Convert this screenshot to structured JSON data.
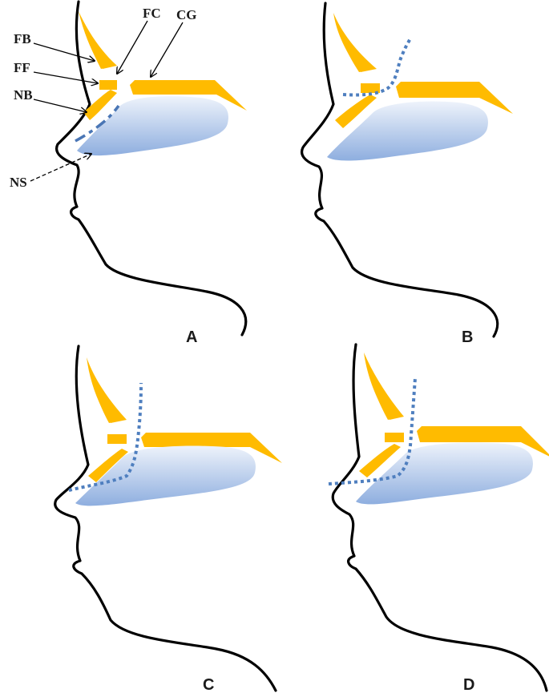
{
  "panels": [
    {
      "id": "A",
      "label": "A",
      "cut": "septum"
    },
    {
      "id": "B",
      "label": "B",
      "cut": "transverse"
    },
    {
      "id": "C",
      "label": "C",
      "cut": "vertical-to-nasion"
    },
    {
      "id": "D",
      "label": "D",
      "cut": "vertical-to-profile"
    }
  ],
  "annotations": {
    "fb": "FB",
    "ff": "FF",
    "nb": "NB",
    "ns": "NS",
    "fc": "FC",
    "cg": "CG"
  },
  "colors": {
    "bone": "#ffbb00",
    "sinus_light": "#e8eef8",
    "sinus_dark": "#8eaedf",
    "cut_line": "#4f7fbf",
    "profile": "#000000"
  }
}
